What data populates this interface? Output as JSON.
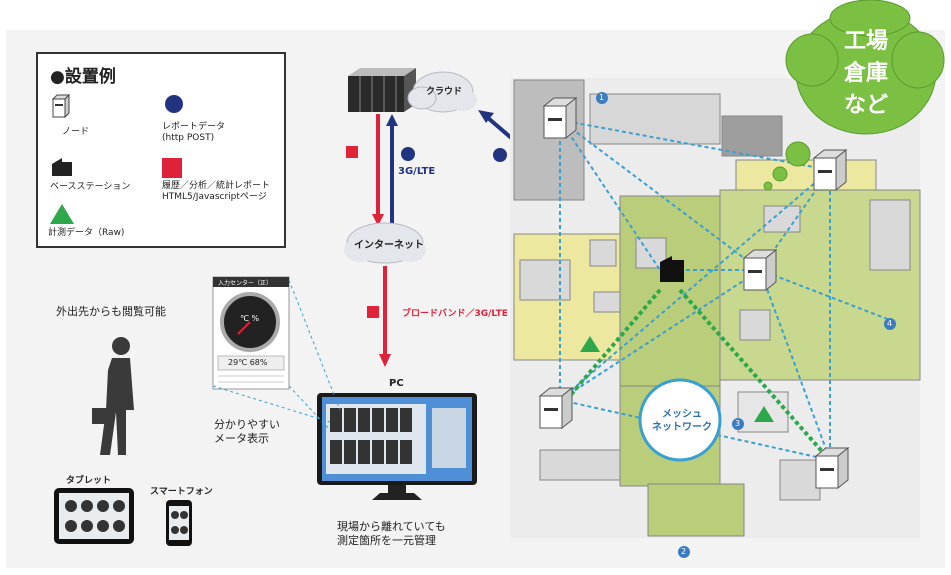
{
  "legend": {
    "title": "●設置例",
    "items": [
      {
        "icon": "node-icon",
        "label": "ノード"
      },
      {
        "icon": "report-data-dot-icon",
        "label": "レポートデータ\n(http POST)"
      },
      {
        "icon": "base-station-icon",
        "label": "ベースステーション"
      },
      {
        "icon": "history-report-square-icon",
        "label": "履歴／分析／統計レポート\nHTML5/Javascriptページ"
      },
      {
        "icon": "measurement-triangle-icon",
        "label": "計測データ（Raw)"
      }
    ]
  },
  "cloud_label": "クラウド",
  "internet_label": "インターネット",
  "link_3g": "3G/LTE",
  "link_broadband": "ブロードバンド／3G/LTE",
  "pc_label": "PC",
  "remote_label": "外出先からも閲覧可能",
  "meter_label": "分かりやすい\nメータ表示",
  "tablet_label": "タブレット",
  "smartphone_label": "スマートフォン",
  "bottom_caption": "現場から離れていても\n測定箇所を一元管理",
  "meter_screen": {
    "header": "入力センター（正）",
    "readout": "29℃ 68%",
    "gauge_unit": "℃ %"
  },
  "mesh_label": "メッシュ\nネットワーク",
  "map_markers": [
    "1",
    "2",
    "3",
    "4"
  ],
  "badge": [
    "工場",
    "倉庫",
    "など"
  ],
  "colors": {
    "navy": "#223480",
    "red": "#e0213a",
    "green": "#2ca84a",
    "mesh": "#3aa0d0",
    "badge_green": "#7bc043"
  }
}
